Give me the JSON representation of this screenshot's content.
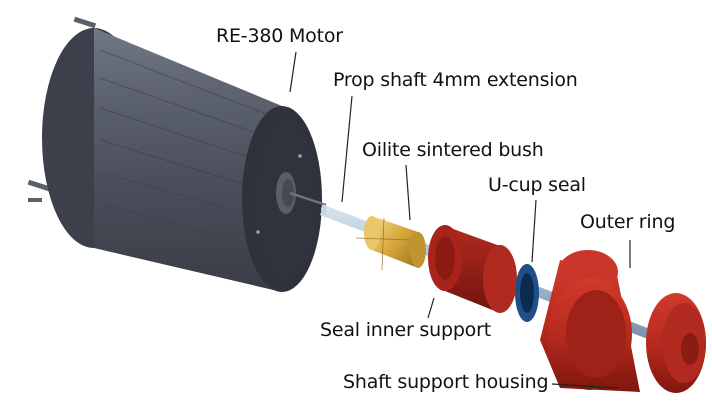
{
  "parts": {
    "motor": {
      "label": "RE-380 Motor",
      "icon": "motor-can-icon",
      "color": "#4f5360"
    },
    "prop_shaft": {
      "label": "Prop shaft 4mm extension",
      "icon": "shaft-icon",
      "color": "#9fb5cc"
    },
    "bush": {
      "label": "Oilite sintered bush",
      "icon": "bush-icon",
      "color": "#d6a73a"
    },
    "ucup_seal": {
      "label": "U-cup seal",
      "icon": "seal-ring-icon",
      "color": "#1f4f86"
    },
    "outer_ring": {
      "label": "Outer ring",
      "icon": "outer-ring-icon",
      "color": "#b72a1e"
    },
    "seal_inner_support": {
      "label": "Seal inner support",
      "icon": "inner-support-icon",
      "color": "#9b1f18"
    },
    "shaft_support_housing": {
      "label": "Shaft support housing",
      "icon": "housing-icon",
      "color": "#b72a1e"
    }
  }
}
